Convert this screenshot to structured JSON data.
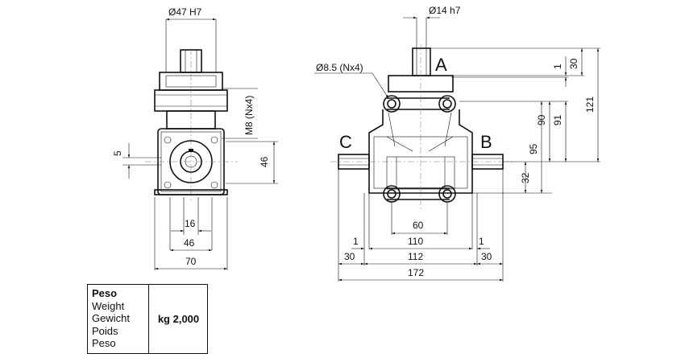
{
  "side_view": {
    "bore_dim": "Ø47  H7",
    "thread_dim": "M8 (Nx4)",
    "dim_5": "5",
    "dim_46_v": "46",
    "dim_16": "16",
    "dim_46_h": "46",
    "dim_70": "70"
  },
  "front_view": {
    "shaft_dim": "Ø14  h7",
    "hole_dim": "Ø8.5 (Nx4)",
    "label_a": "A",
    "label_b": "B",
    "label_c": "C",
    "dim_1_top": "1",
    "dim_30_top": "30",
    "dim_90": "90",
    "dim_91": "91",
    "dim_121": "121",
    "dim_95": "95",
    "dim_32": "32",
    "dim_60": "60",
    "dim_1_left": "1",
    "dim_110": "110",
    "dim_1_right": "1",
    "dim_30_left": "30",
    "dim_112": "112",
    "dim_30_right": "30",
    "dim_172": "172"
  },
  "weight_table": {
    "labels": [
      "Peso",
      "Weight",
      "Gewicht",
      "Poids",
      "Peso"
    ],
    "value": "kg 2,000"
  }
}
